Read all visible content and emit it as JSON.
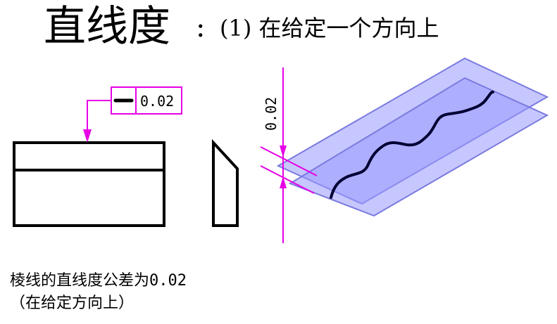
{
  "title": {
    "main": "直线度",
    "colon": ":",
    "sub": "(1) 在给定一个方向上"
  },
  "tolerance_frame": {
    "symbol": "—",
    "value": "0.02"
  },
  "dimension": {
    "value": "0.02"
  },
  "caption": {
    "line1": "棱线的直线度公差为0.02",
    "line2": "（在给定方向上）"
  },
  "colors": {
    "annotation": "#e600e6",
    "plane_fill": "#9999ff",
    "plane_stroke": "#7a7ae0",
    "curve": "#000033",
    "outline": "#000000"
  }
}
